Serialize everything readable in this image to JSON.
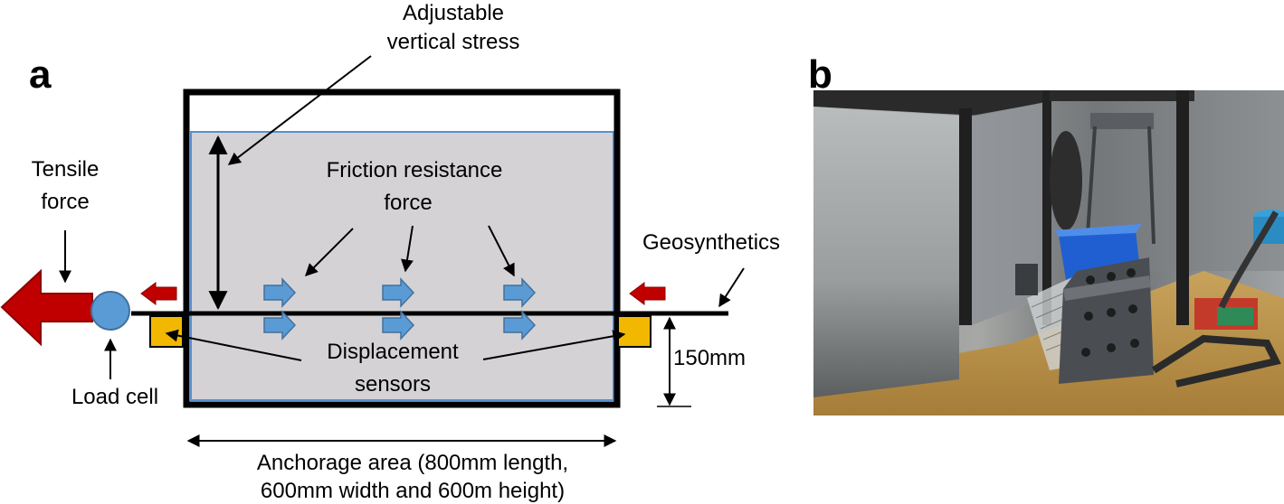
{
  "panels": {
    "a": "a",
    "b": "b"
  },
  "labels": {
    "adjustable_line1": "Adjustable",
    "adjustable_line2": "vertical stress",
    "tensile_line1": "Tensile",
    "tensile_line2": "force",
    "friction_line1": "Friction resistance",
    "friction_line2": "force",
    "geosynthetics": "Geosynthetics",
    "displacement_line1": "Displacement",
    "displacement_line2": "sensors",
    "load_cell": "Load cell",
    "height": "150mm",
    "anchorage_line1": "Anchorage area (800mm length,",
    "anchorage_line2": "600mm width and 600m height)"
  },
  "colors": {
    "soil_fill": "#d4d2d5",
    "soil_border": "#5b8fcf",
    "box_stroke": "#000000",
    "tensile_arrow": "#c00000",
    "load_cell": "#5b9bd5",
    "sensor": "#f2b800",
    "friction_arrow": "#5b9bd5"
  },
  "icons": {
    "friction_arrows": "right-arrow-icon",
    "tensile_arrow": "left-arrow-icon",
    "load_cell": "circle-icon",
    "sensors": "square-icon"
  }
}
